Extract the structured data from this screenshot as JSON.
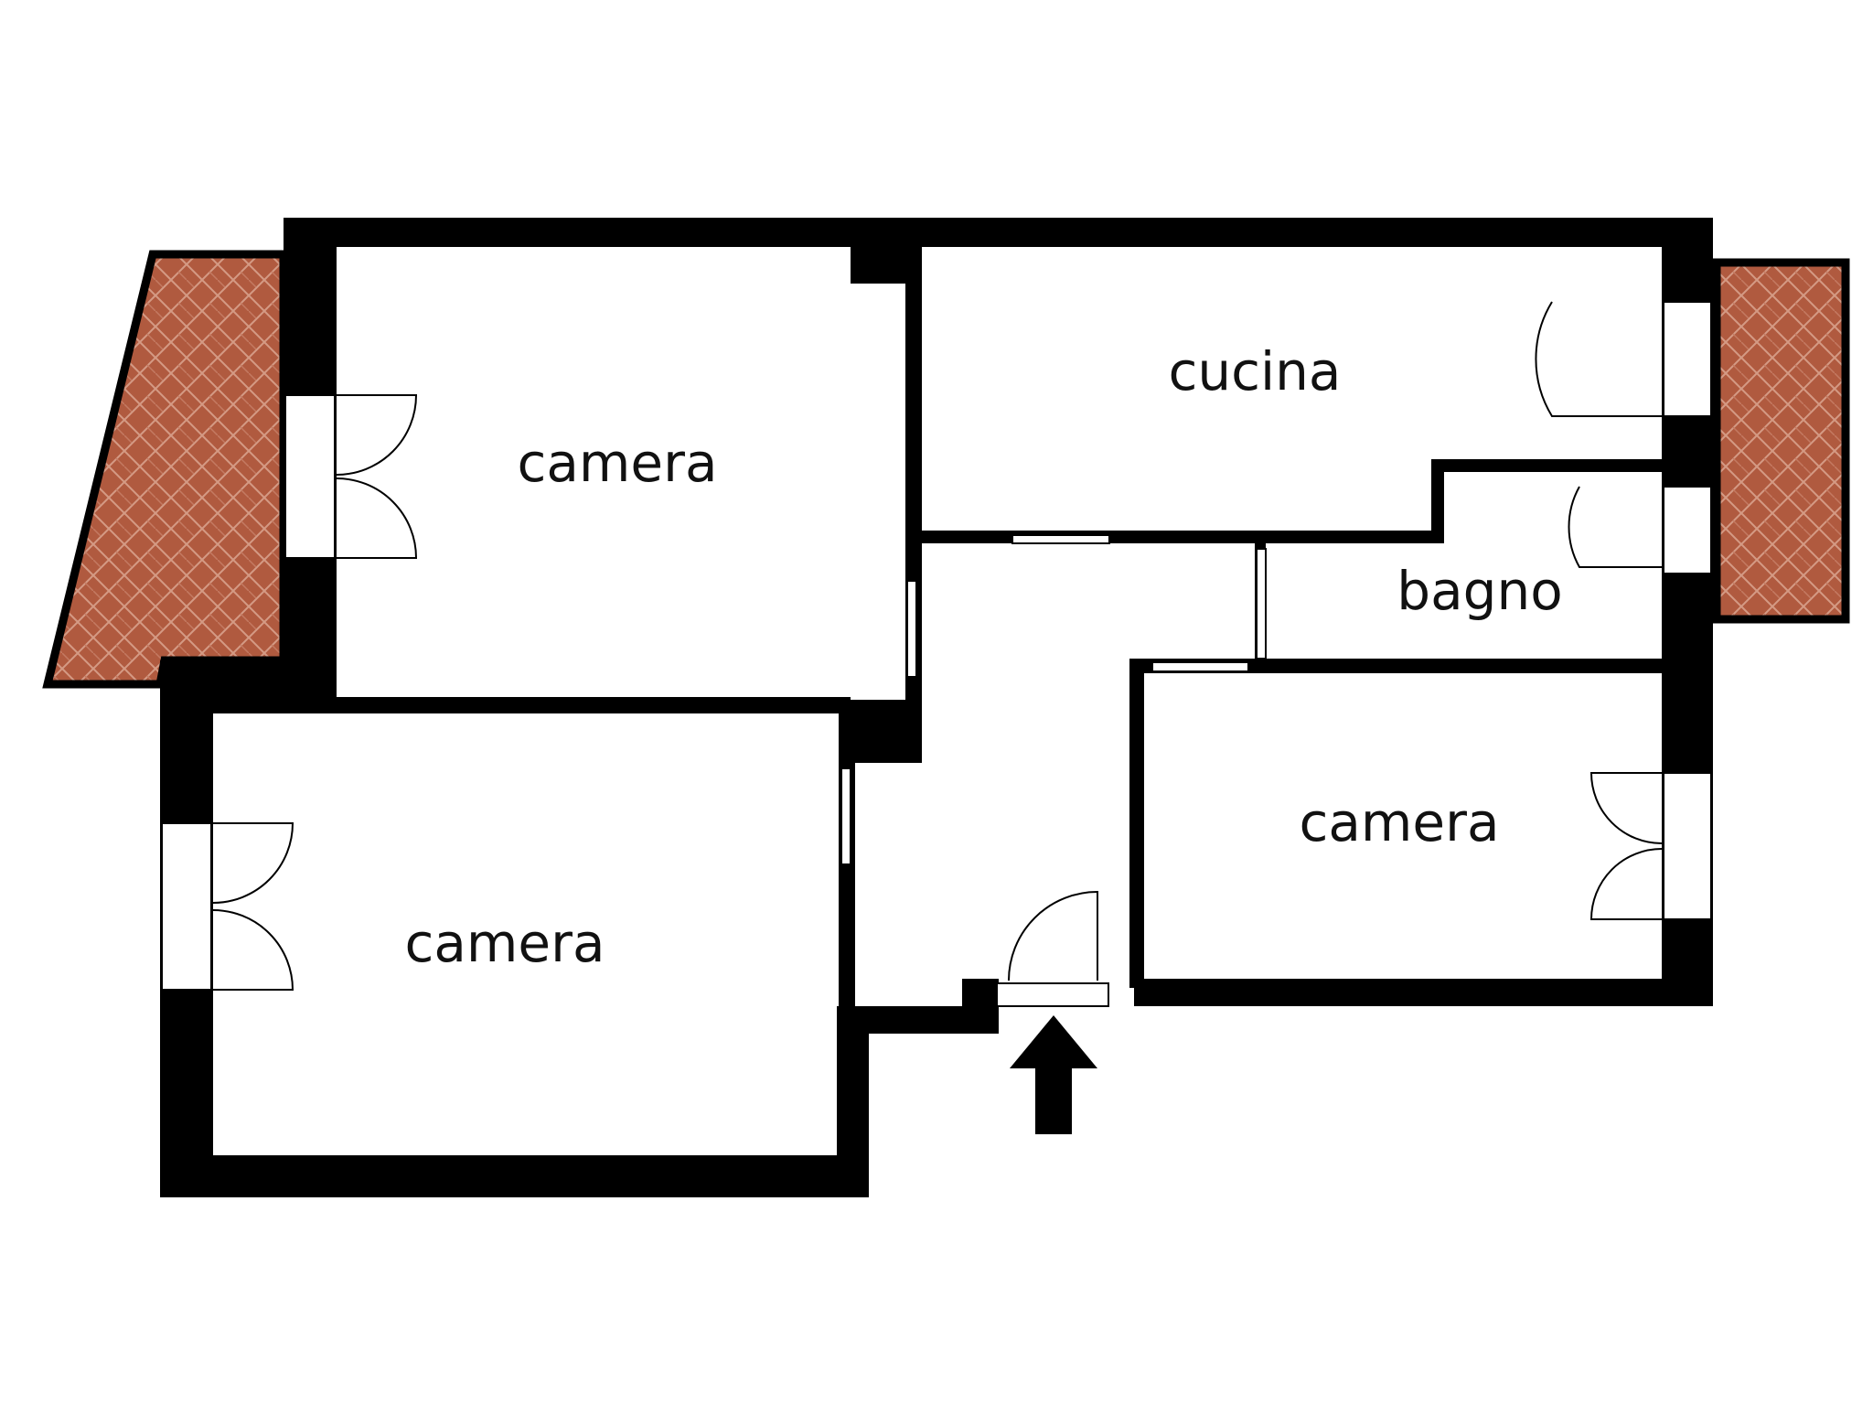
{
  "floor_plan": {
    "colors": {
      "wall": "#000000",
      "floor": "#ffffff",
      "terrace_tile": "#b05a3f",
      "terrace_tile_line": "#d49a84",
      "door_line": "#000000"
    },
    "rooms": {
      "camera_top_left": {
        "label": "camera"
      },
      "cucina": {
        "label": "cucina"
      },
      "bagno": {
        "label": "bagno"
      },
      "camera_right": {
        "label": "camera"
      },
      "camera_bottom_left": {
        "label": "camera"
      }
    },
    "entrance": {
      "icon": "entrance-arrow-icon"
    },
    "terraces": {
      "count": 2
    }
  }
}
